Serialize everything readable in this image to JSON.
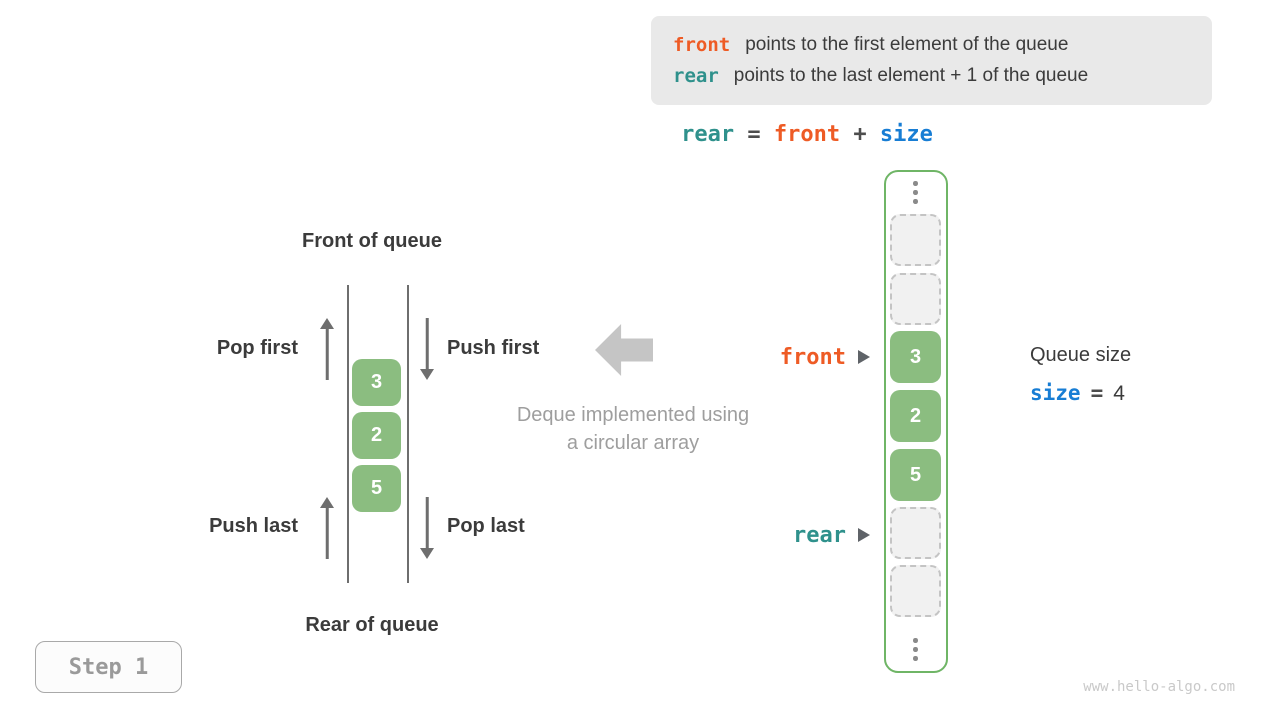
{
  "colors": {
    "front_accent": "#ee5b25",
    "rear_accent": "#2f918c",
    "size_accent": "#177dd4",
    "cell_green": "#8bbd80",
    "array_border_green": "#6fb566",
    "dark_text": "#3b3b3b",
    "muted_gray": "#9e9e9e"
  },
  "info_box": {
    "line1": {
      "keyword": "front",
      "text": "points to the first element of the queue"
    },
    "line2": {
      "keyword": "rear",
      "text": "points to the last element + 1 of the queue"
    }
  },
  "formula": {
    "rear": "rear",
    "eq": "=",
    "front": "front",
    "plus": "+",
    "size": "size"
  },
  "deque": {
    "front_of_queue": "Front of queue",
    "rear_of_queue": "Rear of queue",
    "pop_first": "Pop first",
    "push_first": "Push first",
    "push_last": "Push last",
    "pop_last": "Pop last",
    "values": [
      "3",
      "2",
      "5"
    ]
  },
  "caption": {
    "line1": "Deque implemented using",
    "line2": "a circular array"
  },
  "array": {
    "values": [
      "3",
      "2",
      "5"
    ],
    "front_label": "front",
    "rear_label": "rear"
  },
  "queue_size": {
    "title": "Queue size",
    "var": "size",
    "eq": "=",
    "value": "4"
  },
  "step_badge": "Step 1",
  "watermark": "www.hello-algo.com"
}
